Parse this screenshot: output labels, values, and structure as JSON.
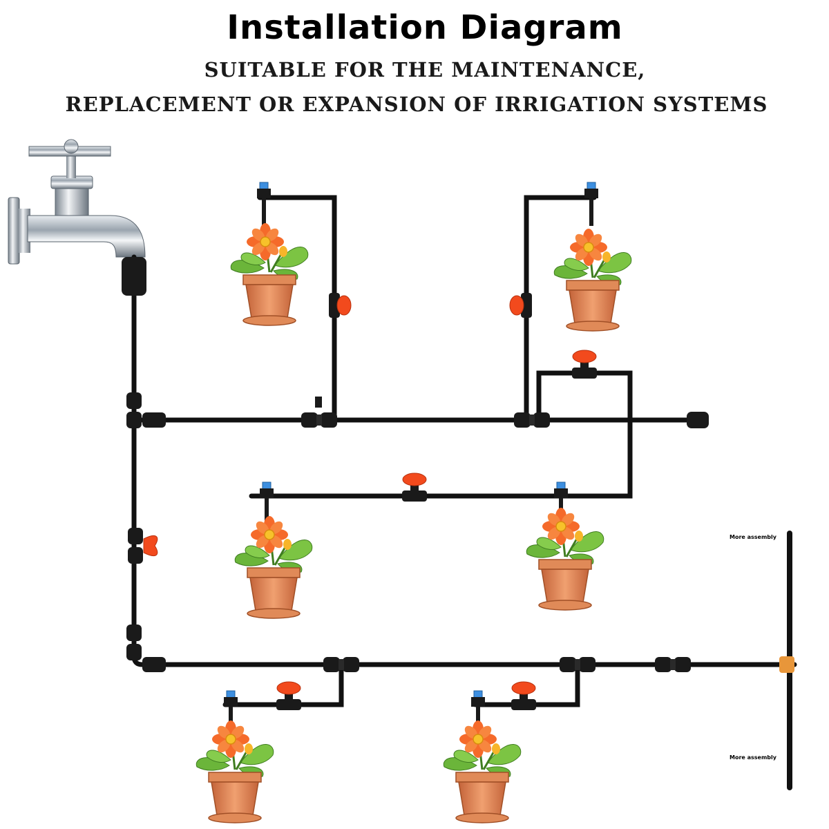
{
  "header": {
    "title": "Installation Diagram",
    "subtitle_line1": "SUITABLE FOR THE MAINTENANCE,",
    "subtitle_line2": "REPLACEMENT OR EXPANSION OF IRRIGATION SYSTEMS"
  },
  "notes": {
    "more_assembly_top": "More assembly",
    "more_assembly_bottom": "More assembly"
  },
  "icons": [
    "faucet-icon",
    "flower-pot-icon",
    "valve-icon",
    "sprinkler-icon",
    "tee-connector-icon",
    "end-plug-icon"
  ],
  "colors": {
    "pipe": "#111111",
    "valve": "#f24a1d",
    "sprinkler": "#3d8fe0",
    "pot": "#d97a4a",
    "petal": "#f56a2a",
    "leaf": "#6bb53a"
  }
}
